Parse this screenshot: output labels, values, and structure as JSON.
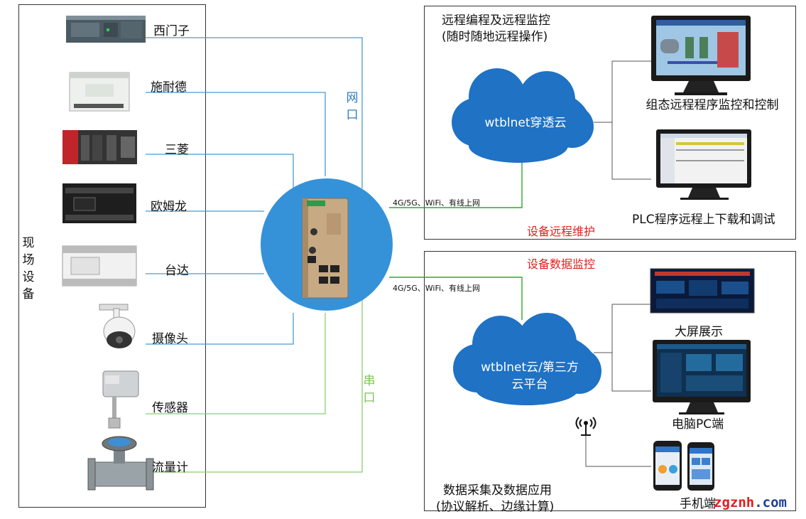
{
  "field": {
    "title": "现场设备",
    "devices": [
      {
        "label": "西门子",
        "icon": "plc-siemens-icon"
      },
      {
        "label": "施耐德",
        "icon": "plc-schneider-icon"
      },
      {
        "label": "三菱",
        "icon": "plc-mitsubishi-icon"
      },
      {
        "label": "欧姆龙",
        "icon": "plc-omron-icon"
      },
      {
        "label": "台达",
        "icon": "plc-delta-icon"
      },
      {
        "label": "摄像头",
        "icon": "camera-icon"
      },
      {
        "label": "传感器",
        "icon": "sensor-icon"
      },
      {
        "label": "流量计",
        "icon": "flowmeter-icon"
      }
    ]
  },
  "links": {
    "ethernet": "网口",
    "serial": "串口",
    "uplink_top": "4G/5G、WiFi、有线上网",
    "uplink_bottom": "4G/5G、WiFi、有线上网"
  },
  "remote": {
    "title_line1": "远程编程及远程监控",
    "title_line2": "(随时随地远程操作)",
    "cloud": "wtblnet穿透云",
    "item1": "组态远程程序监控和控制",
    "item2": "PLC程序远程上下载和调试",
    "caption": "设备远程维护"
  },
  "data": {
    "caption": "设备数据监控",
    "cloud_line1": "wtblnet云/第三方",
    "cloud_line2": "云平台",
    "item1": "大屏展示",
    "item2": "电脑PC端",
    "item3": "手机端",
    "footer_line1": "数据采集及数据应用",
    "footer_line2": "(协议解析、边缘计算)"
  },
  "watermark": {
    "part1": "zgznh",
    "part2": ".com"
  },
  "colors": {
    "cloud": "#1f72c4",
    "router_circle": "#3592d8",
    "ethernet_line": "#4a9ad0",
    "serial_line": "#8ccf6e",
    "uplink_line": "#2ea82e",
    "red": "#e0201c"
  }
}
